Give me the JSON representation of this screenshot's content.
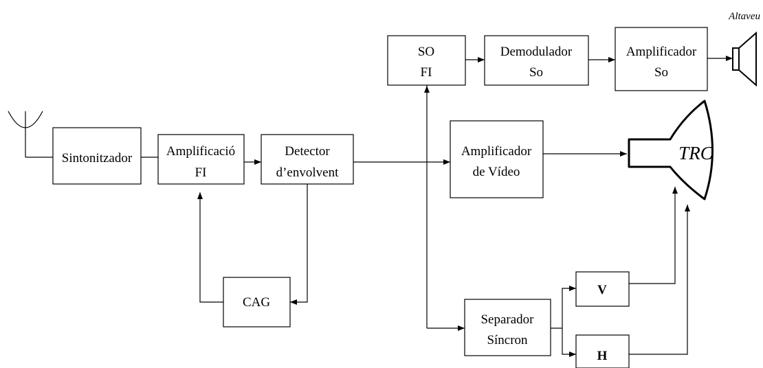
{
  "blocks": {
    "sintonitzador": [
      "Sintonitzador"
    ],
    "amplificacio_fi": [
      "Amplificació",
      "FI"
    ],
    "detector": [
      "Detector",
      "d’envolvent"
    ],
    "cag": [
      "CAG"
    ],
    "so_fi": [
      "SO",
      "FI"
    ],
    "demodulador": [
      "Demodulador",
      "So"
    ],
    "amplificador_so": [
      "Amplificador",
      "So"
    ],
    "amplificador_video": [
      "Amplificador",
      "de Vídeo"
    ],
    "separador": [
      "Separador",
      "Síncron"
    ],
    "v": [
      "V"
    ],
    "h": [
      "H"
    ]
  },
  "trc_label": "TRC",
  "altaveu_label": "Altaveu"
}
